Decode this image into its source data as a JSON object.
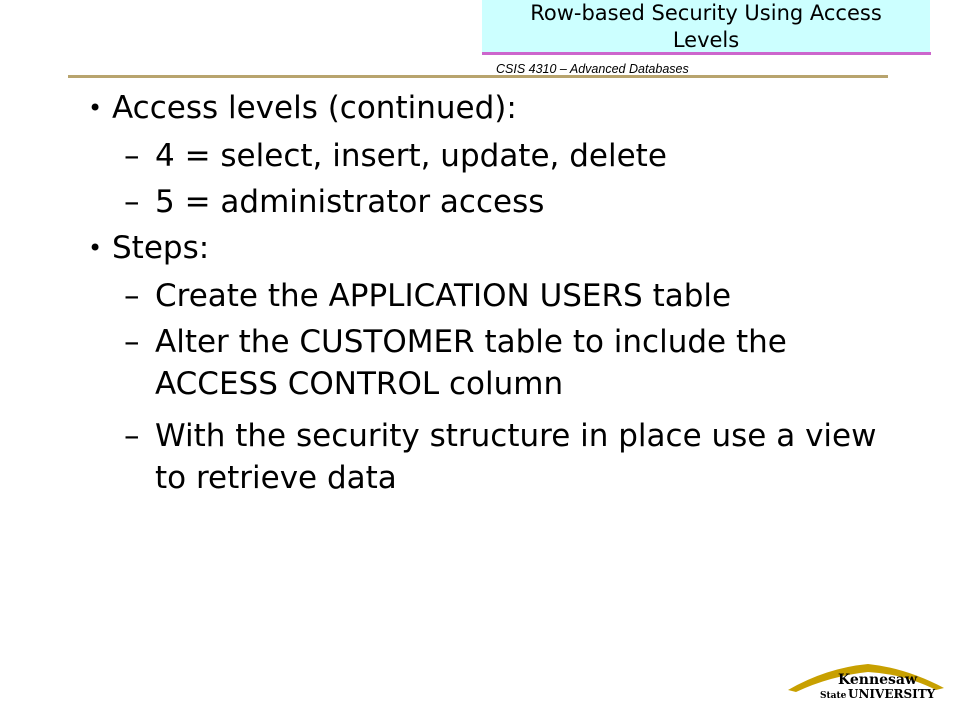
{
  "header": {
    "title_line1": "Row-based Security Using Access",
    "title_line2": "Levels",
    "course": "CSIS 4310 – Advanced Databases"
  },
  "bullets": [
    {
      "text": "Access levels (continued):",
      "subitems": [
        [
          "4 = select, insert, update, delete"
        ],
        [
          "5 = administrator access"
        ]
      ]
    },
    {
      "text": "Steps:",
      "subitems": [
        [
          "Create the APPLICATION USERS table"
        ],
        [
          "Alter the CUSTOMER table to include the",
          "ACCESS CONTROL column"
        ],
        [
          "With the security structure in place use a view",
          "to retrieve data"
        ]
      ]
    }
  ],
  "logo": {
    "line1": "Kennesaw",
    "line2a": "State",
    "line2b": "UNIVERSITY"
  },
  "colors": {
    "title_bg": "#ccffff",
    "title_rule": "#cc66cc",
    "header_rule": "#b8a46e",
    "logo": "#c8a000"
  }
}
